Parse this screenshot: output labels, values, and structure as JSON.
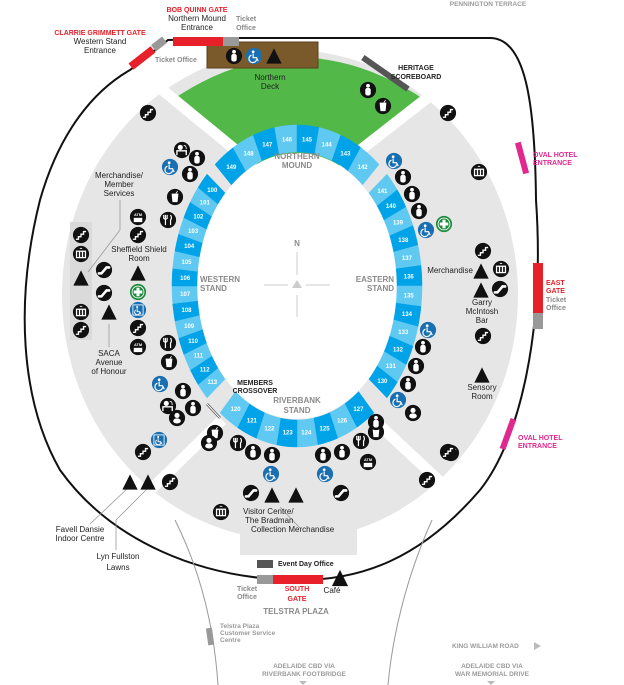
{
  "top": {
    "pennington": "PENNINGTON TERRACE",
    "bob_quinn_gate": "BOB QUINN GATE",
    "bob_quinn_sub": [
      "Northern Mound",
      "Entrance"
    ],
    "ticket_office_top": [
      "Ticket",
      "Office"
    ],
    "clarrie_gate": "CLARRIE GRIMMETT GATE",
    "clarrie_sub": [
      "Western Stand",
      "Entrance"
    ],
    "ticket_office_left": "Ticket Office",
    "heritage": [
      "HERITAGE",
      "SCOREBOARD"
    ],
    "northern_deck": [
      "Northern",
      "Deck"
    ]
  },
  "stands": {
    "northern": [
      "NORTHERN",
      "MOUND"
    ],
    "western": [
      "WESTERN",
      "STAND"
    ],
    "eastern": [
      "EASTERN",
      "STAND"
    ],
    "riverbank": [
      "RIVERBANK",
      "STAND"
    ],
    "members": [
      "MEMBERS",
      "CROSSOVER"
    ],
    "north": "N"
  },
  "sections": {
    "top": [
      "149",
      "148",
      "147",
      "146",
      "145",
      "144",
      "143",
      "142"
    ],
    "east": [
      "141",
      "140",
      "139",
      "138",
      "137",
      "136",
      "135",
      "134",
      "133",
      "132",
      "131",
      "130"
    ],
    "south": [
      "127",
      "126",
      "125",
      "124",
      "123",
      "122",
      "121",
      "120"
    ],
    "west": [
      "113",
      "112",
      "111",
      "110",
      "109",
      "108",
      "107",
      "106",
      "105",
      "104",
      "103",
      "102",
      "101",
      "100"
    ]
  },
  "west_labels": {
    "merch": [
      "Merchandise/",
      "Member",
      "Services"
    ],
    "sheffield": [
      "Sheffield Shield",
      "Room"
    ],
    "saca": [
      "SACA",
      "Avenue",
      "of Honour"
    ]
  },
  "east_labels": {
    "merch": "Merchandise",
    "garry": [
      "Garry",
      "McIntosh",
      "Bar"
    ],
    "sensory": [
      "Sensory",
      "Room"
    ],
    "oval_hotel_1": [
      "OVAL HOTEL",
      "ENTRANCE"
    ],
    "oval_hotel_2": [
      "OVAL HOTEL",
      "ENTRANCE"
    ],
    "east_gate": [
      "EAST",
      "GATE"
    ],
    "ticket_office": [
      "Ticket",
      "Office"
    ]
  },
  "south_labels": {
    "favell": [
      "Favell Dansie",
      "Indoor Centre"
    ],
    "lyn": [
      "Lyn Fullston",
      "Lawns"
    ],
    "visitor": [
      "Visitor Centre/",
      "The Bradman",
      "Collection Merchandise"
    ],
    "event_day": "Event Day Office",
    "ticket_office": [
      "Ticket",
      "Office"
    ],
    "south_gate": [
      "SOUTH",
      "GATE"
    ],
    "cafe": "Café",
    "telstra_plaza": "TELSTRA PLAZA",
    "telstra_service": [
      "Telstra Plaza",
      "Customer Service",
      "Centre"
    ],
    "king_william": "KING WILLIAM ROAD",
    "riverbank_route": [
      "ADELAIDE CBD VIA",
      "RIVERBANK FOOTBRIDGE"
    ],
    "war_memorial_route": [
      "ADELAIDE CBD VIA",
      "WAR MEMORIAL DRIVE"
    ]
  },
  "colors": {
    "seat_dark": "#00a3e8",
    "seat_light": "#5fc9f2",
    "concourse": "#e6e6e6",
    "deck_green": "#52b848",
    "gate_red": "#e8202a",
    "hotel_pink": "#e0288e"
  }
}
